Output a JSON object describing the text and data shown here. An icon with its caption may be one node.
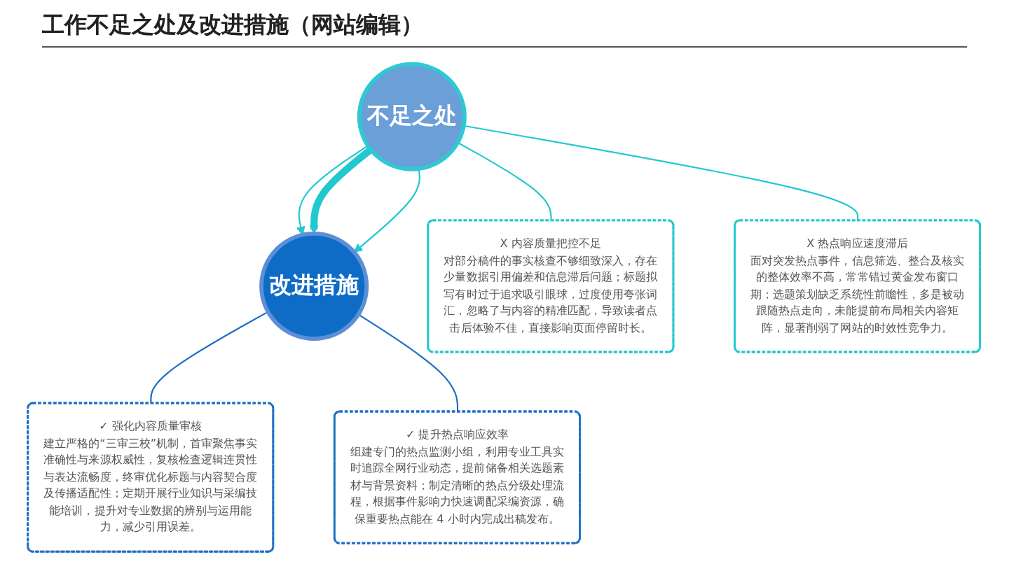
{
  "diagram": {
    "title": "工作不足之处及改进措施（网站编辑）",
    "nodes": [
      {
        "text": [
          "不足之处"
        ]
      },
      {
        "text": [
          "改进措施"
        ]
      },
      {
        "text": [
          "X 内容质量把控不足",
          "对部分稿件的事实核查不够细致深入，存在少量数据引用偏差和信息滞后问题；标题拟写有时过于追求吸引眼球，过度使用夸张词汇，忽略了与内容的精准匹配，导致读者点击后体验不佳，直接影响页面停留时长。"
        ]
      },
      {
        "text": [
          "X 热点响应速度滞后",
          "面对突发热点事件，信息筛选、整合及核实的整体效率不高，常常错过黄金发布窗口期；选题策划缺乏系统性前瞻性，多是被动跟随热点走向，未能提前布局相关内容矩阵，显著削弱了网站的时效性竞争力。"
        ]
      },
      {
        "text": [
          "✓ 强化内容质量审核",
          "建立严格的“三审三校”机制，首审聚焦事实准确性与来源权威性，复核检查逻辑连贯性与表达流畅度，终审优化标题与内容契合度及传播适配性；定期开展行业知识与采编技能培训，提升对专业数据的辨别与运用能力，减少引用误差。"
        ]
      },
      {
        "text": [
          "✓ 提升热点响应效率",
          "组建专门的热点监测小组，利用专业工具实时追踪全网行业动态，提前储备相关选题素材与背景资料；制定清晰的热点分级处理流程，根据事件影响力快速调配采编资源，确保重要热点能在 4 小时内完成出稿发布。"
        ]
      }
    ],
    "edges": [
      {
        "from": 0,
        "to": 1,
        "arrow": "to"
      },
      {
        "from": 0,
        "to": 1,
        "arrow": "to",
        "style": "thick"
      },
      {
        "from": 0,
        "to": 1,
        "arrow": "to"
      },
      {
        "from": 0,
        "to": 2,
        "arrow": "none"
      },
      {
        "from": 0,
        "to": 3,
        "arrow": "none"
      },
      {
        "from": 1,
        "to": 4,
        "arrow": "none",
        "color": "#1d6fc4"
      },
      {
        "from": 1,
        "to": 5,
        "arrow": "none",
        "color": "#1d6fc4"
      }
    ]
  }
}
